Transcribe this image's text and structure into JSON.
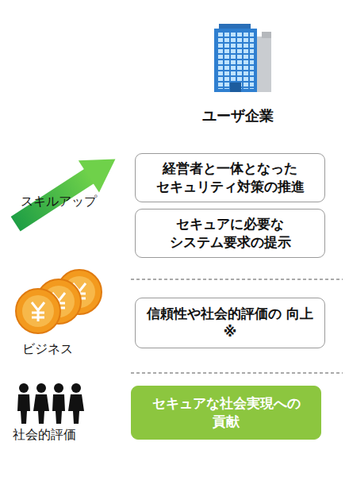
{
  "diagram": {
    "nodes": [
      {
        "text": [
          "経営者と一体となった セキュリティ対策の推進"
        ]
      },
      {
        "text": [
          "セキュアに必要な システム要求の提示"
        ]
      },
      {
        "text": [
          "信頼性や社会的評価の 向上※"
        ]
      },
      {
        "text": [
          "セキュアな社会実現への 貢献"
        ]
      }
    ],
    "labels": [
      "ユーザ企業",
      "スキルアップ",
      "ビジネス",
      "社会的評価"
    ]
  }
}
